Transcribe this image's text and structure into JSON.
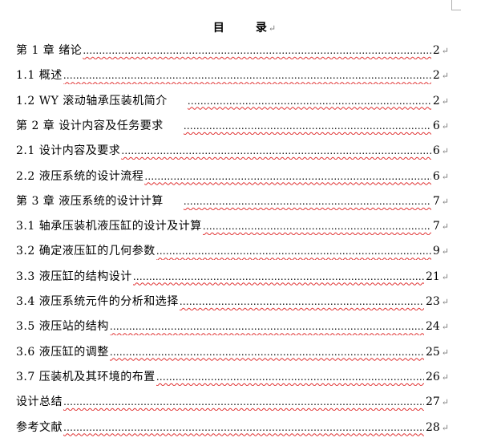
{
  "document": {
    "title": "目        录",
    "paragraph_mark": "↵",
    "leader_char": "…"
  },
  "toc": [
    {
      "label": "第 1 章  绪论",
      "page": "2"
    },
    {
      "label": "1.1  概述",
      "page": "2"
    },
    {
      "label": "1.2  WY 滚动轴承压装机简介",
      "page": "2"
    },
    {
      "label": "第 2 章  设计内容及任务要求",
      "page": "6"
    },
    {
      "label": "2.1  设计内容及要求",
      "page": "6"
    },
    {
      "label": "2.2  液压系统的设计流程",
      "page": "6"
    },
    {
      "label": "第 3 章  液压系统的设计计算",
      "page": "7"
    },
    {
      "label": "3.1  轴承压装机液压缸的设计及计算",
      "page": "7"
    },
    {
      "label": "3.2  确定液压缸的几何参数",
      "page": "9"
    },
    {
      "label": "3.3  液压缸的结构设计",
      "page": "21"
    },
    {
      "label": "3.4  液压系统元件的分析和选择",
      "page": "23"
    },
    {
      "label": "3.5  液压站的结构",
      "page": "24"
    },
    {
      "label": "3.6  液压缸的调整",
      "page": "25"
    },
    {
      "label": "3.7  压装机及其环境的布置",
      "page": "26"
    },
    {
      "label": "设计总结",
      "page": "27"
    },
    {
      "label": "参考文献",
      "page": "28"
    }
  ]
}
